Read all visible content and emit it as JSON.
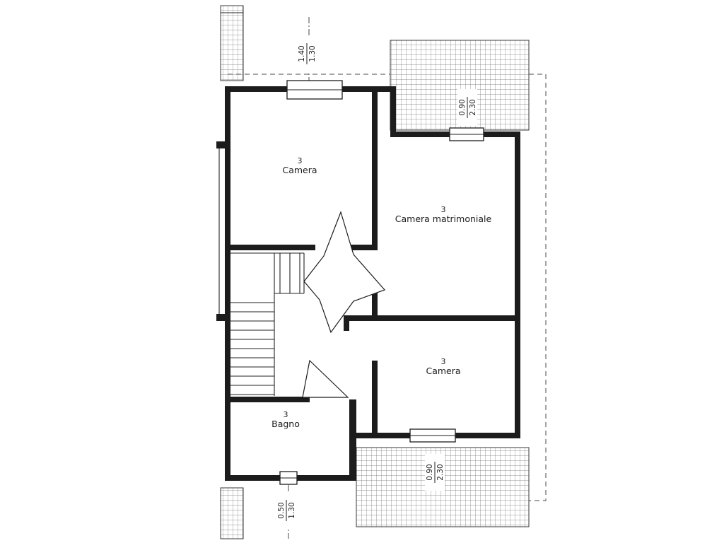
{
  "plan": {
    "rooms": [
      {
        "number": "3",
        "name": "Camera"
      },
      {
        "number": "3",
        "name": "Camera matrimoniale"
      },
      {
        "number": "3",
        "name": "Camera"
      },
      {
        "number": "3",
        "name": "Bagno"
      }
    ],
    "window_dimensions": [
      {
        "width": "1.40",
        "height": "1.30"
      },
      {
        "width": "0.90",
        "height": "2.30"
      },
      {
        "width": "0.90",
        "height": "2.30"
      },
      {
        "width": "0.50",
        "height": "1.30"
      }
    ],
    "colors": {
      "line": "#1c1c1c",
      "hatch_line": "#707070",
      "dashed": "#4a4a4a",
      "background": "#ffffff"
    }
  }
}
